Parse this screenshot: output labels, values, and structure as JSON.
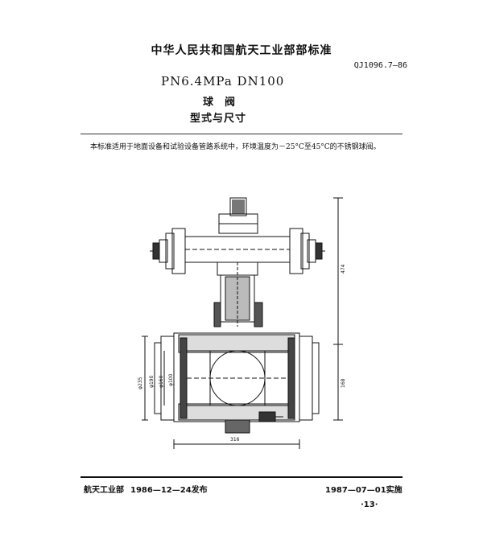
{
  "header": {
    "organization": "中华人民共和国航天工业部部标准",
    "standard_code": "QJ1096.7—86"
  },
  "title": {
    "spec": "PN6.4MPa  DN100",
    "name": "球阀",
    "subtitle": "型式与尺寸"
  },
  "body_text": "本标准适用于地面设备和试验设备管路系统中，环境温度为－25°C至45°C的不锈钢球阀。",
  "drawing": {
    "dimensions": {
      "height_total": "474",
      "height_lower": "168",
      "width": "316",
      "dia_1": "φ235",
      "dia_2": "φ190",
      "dia_3": "φ160",
      "dia_4": "φ100"
    }
  },
  "footer": {
    "issued_by": "航天工业部",
    "issue_date": "1986—12—24发布",
    "effective_date": "1987—07—01实施",
    "page_number": "·13·"
  }
}
